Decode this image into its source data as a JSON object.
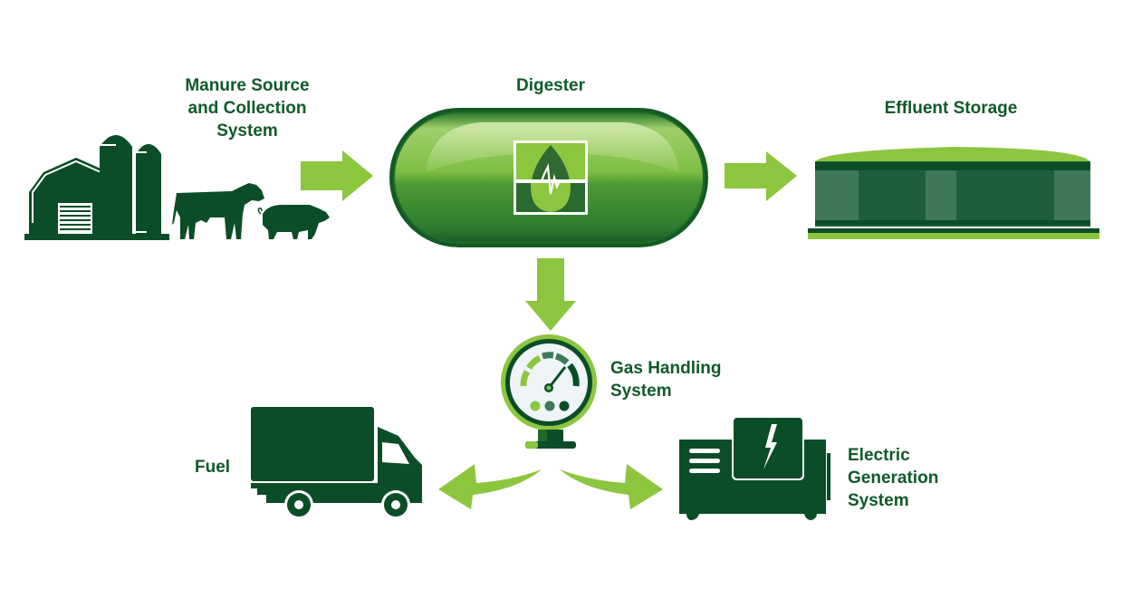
{
  "diagram": {
    "title": "Anaerobic Digester System",
    "colors": {
      "dark_green": "#0b4d26",
      "mid_green": "#1f5e3b",
      "accent_green": "#8cc63f",
      "light_green": "#a8d468",
      "text_green": "#0f5a2a",
      "gauge_face": "#eef4f8"
    },
    "nodes": [
      {
        "id": "manure",
        "label_lines": [
          "Manure Source",
          "and Collection",
          "System"
        ],
        "icons": [
          "barn-icon",
          "silo-icon",
          "cow-icon",
          "pig-icon"
        ]
      },
      {
        "id": "digester",
        "label_lines": [
          "Digester"
        ],
        "icons": [
          "digester-tank-icon",
          "biogas-leaf-pulse-icon"
        ]
      },
      {
        "id": "effluent",
        "label_lines": [
          "Effluent Storage"
        ],
        "icons": [
          "storage-tank-icon"
        ]
      },
      {
        "id": "gas",
        "label_lines": [
          "Gas Handling",
          "System"
        ],
        "icons": [
          "pressure-gauge-icon"
        ]
      },
      {
        "id": "fuel",
        "label_lines": [
          "Fuel"
        ],
        "icons": [
          "truck-icon"
        ]
      },
      {
        "id": "electric",
        "label_lines": [
          "Electric",
          "Generation",
          "System"
        ],
        "icons": [
          "generator-icon",
          "lightning-bolt-icon"
        ]
      }
    ],
    "edges": [
      {
        "from": "manure",
        "to": "digester",
        "direction": "right"
      },
      {
        "from": "digester",
        "to": "effluent",
        "direction": "right"
      },
      {
        "from": "digester",
        "to": "gas",
        "direction": "down"
      },
      {
        "from": "gas",
        "to": "fuel",
        "direction": "down-left"
      },
      {
        "from": "gas",
        "to": "electric",
        "direction": "down-right"
      }
    ]
  }
}
